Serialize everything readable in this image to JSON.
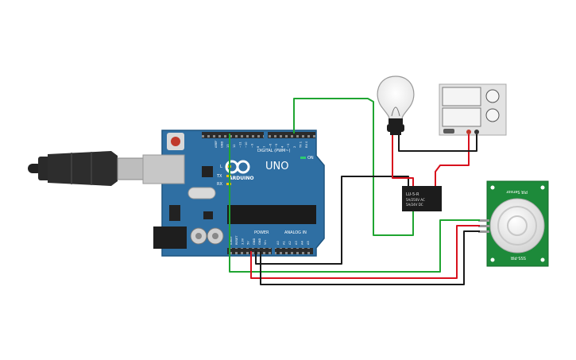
{
  "arduino": {
    "brand": "ARDUINO",
    "model": "UNO",
    "digital_label": "DIGITAL (PWM~)",
    "power_label": "POWER",
    "analog_label": "ANALOG IN",
    "on_label": "ON",
    "tx_label": "TX",
    "rx_label": "RX",
    "l_label": "L",
    "top_pins": [
      "AREF",
      "GND",
      "13",
      "12",
      "~11",
      "~10",
      "~9",
      "8",
      "7",
      "~6",
      "~5",
      "4",
      "~3",
      "2",
      "TX 1",
      "RX 0"
    ],
    "power_pins": [
      "IOREF",
      "RESET",
      "3.3V",
      "5V",
      "GND",
      "GND",
      "Vin"
    ],
    "analog_pins": [
      "A0",
      "A1",
      "A2",
      "A3",
      "A4",
      "A5"
    ],
    "colors": {
      "board": "#2f6fa3",
      "header": "#2a2a2a"
    }
  },
  "relay": {
    "line1": "LU-5-R",
    "line2": "5A/250V AC",
    "line3": "5A/24V DC"
  },
  "pir": {
    "label_top": "PIR Sensor",
    "label_bottom": "SSS-PIR"
  },
  "colors": {
    "wire_green": "#1fa531",
    "wire_red": "#d8111d",
    "wire_black": "#1a1a1a",
    "pcb_green": "#1d8a3a"
  }
}
